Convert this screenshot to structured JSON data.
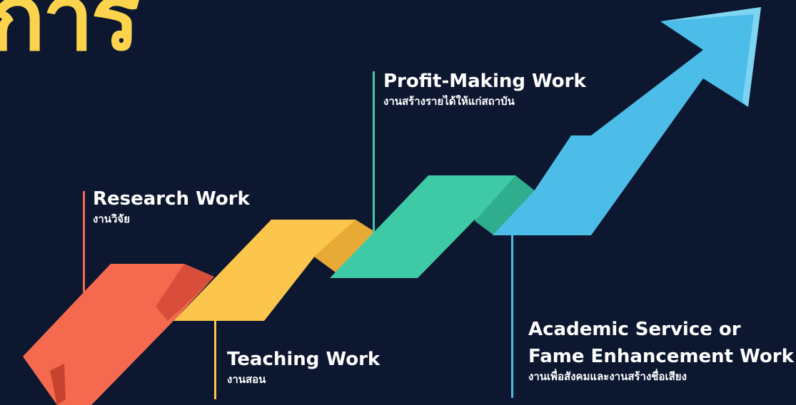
{
  "header": {
    "title_fragment": "การ"
  },
  "stages": [
    {
      "id": "research",
      "title": "Research Work",
      "subtitle": "งานวิจัย",
      "color": "#f56a4f"
    },
    {
      "id": "teaching",
      "title": "Teaching Work",
      "subtitle": "งานสอน",
      "color": "#fbc64b"
    },
    {
      "id": "profit",
      "title": "Profit-Making Work",
      "subtitle": "งานสร้างรายได้ให้แก่สถาบัน",
      "color": "#3fcaa6"
    },
    {
      "id": "academic",
      "title_line1": "Academic Service or",
      "title_line2": "Fame Enhancement Work",
      "subtitle": "งานเพื่อสังคมและงานสร้างชื่อเสียง",
      "color": "#4cbde8"
    }
  ],
  "colors": {
    "background": "#0d1830",
    "title": "#fcd34d",
    "research": "#f56a4f",
    "teaching": "#fbc64b",
    "profit": "#3fcaa6",
    "academic": "#4cbde8"
  }
}
